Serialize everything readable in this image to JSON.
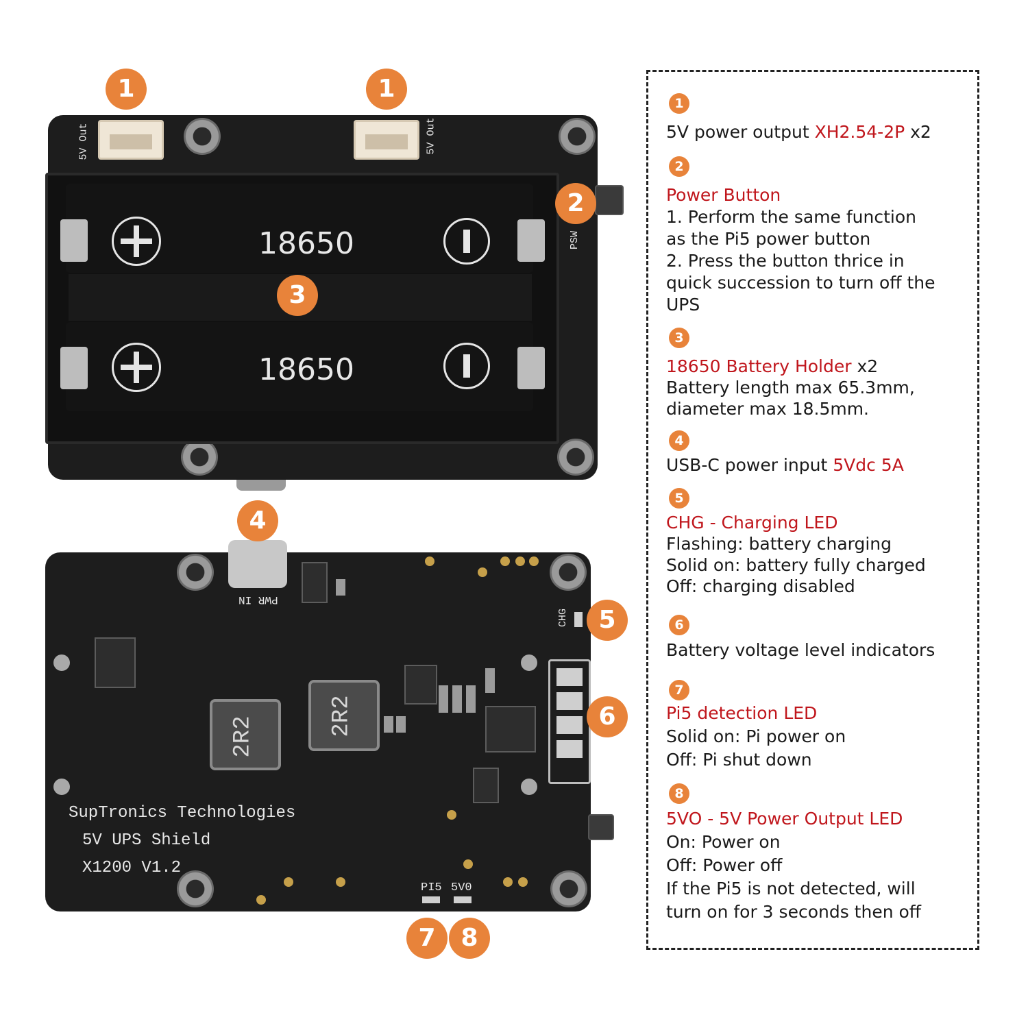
{
  "callouts": {
    "b1a": "1",
    "b1b": "1",
    "b2": "2",
    "b3": "3",
    "b4": "4",
    "b5": "5",
    "b6": "6",
    "b7": "7",
    "b8": "8"
  },
  "top_board": {
    "label_5v_out_left": "5V Out",
    "label_5v_out_right": "5V Out",
    "label_18650_a": "18650",
    "label_18650_b": "18650",
    "label_psw": "PSW"
  },
  "bottom_board": {
    "label_pwr_in": "PWR IN",
    "label_chg": "CHG",
    "inductor_a": "2R2",
    "inductor_b": "2R2",
    "brand_line1": "SupTronics Technologies",
    "brand_line2": "5V UPS Shield",
    "brand_line3": "X1200 V1.2",
    "label_pi5": "PI5",
    "label_5v0": "5V0"
  },
  "legend": {
    "items": [
      {
        "num": "1",
        "lines": [
          {
            "parts": [
              "5V power output ",
              "XH2.54-2P",
              " x2"
            ],
            "red": [
              false,
              true,
              false
            ]
          }
        ]
      },
      {
        "num": "2",
        "lines": [
          {
            "parts": [
              "Power Button"
            ],
            "red": [
              true
            ]
          },
          {
            "parts": [
              "1. Perform the same function"
            ],
            "red": [
              false
            ]
          },
          {
            "parts": [
              "as the Pi5 power button"
            ],
            "red": [
              false
            ]
          },
          {
            "parts": [
              "2. Press the button thrice in"
            ],
            "red": [
              false
            ]
          },
          {
            "parts": [
              "quick succession to turn off the"
            ],
            "red": [
              false
            ]
          },
          {
            "parts": [
              "UPS"
            ],
            "red": [
              false
            ]
          }
        ]
      },
      {
        "num": "3",
        "lines": [
          {
            "parts": [
              "18650 Battery Holder",
              " x2"
            ],
            "red": [
              true,
              false
            ]
          },
          {
            "parts": [
              "Battery length max 65.3mm,"
            ],
            "red": [
              false
            ]
          },
          {
            "parts": [
              "diameter max 18.5mm."
            ],
            "red": [
              false
            ]
          }
        ]
      },
      {
        "num": "4",
        "lines": [
          {
            "parts": [
              "USB-C power input ",
              "5Vdc 5A"
            ],
            "red": [
              false,
              true
            ]
          }
        ]
      },
      {
        "num": "5",
        "lines": [
          {
            "parts": [
              "CHG - Charging LED"
            ],
            "red": [
              true
            ]
          },
          {
            "parts": [
              "Flashing: battery charging"
            ],
            "red": [
              false
            ]
          },
          {
            "parts": [
              "Solid on: battery fully charged"
            ],
            "red": [
              false
            ]
          },
          {
            "parts": [
              "Off: charging disabled"
            ],
            "red": [
              false
            ]
          }
        ]
      },
      {
        "num": "6",
        "lines": [
          {
            "parts": [
              "Battery voltage level indicators"
            ],
            "red": [
              false
            ]
          }
        ]
      },
      {
        "num": "7",
        "lines": [
          {
            "parts": [
              "Pi5 detection LED"
            ],
            "red": [
              true
            ]
          },
          {
            "parts": [
              "Solid on: Pi power on"
            ],
            "red": [
              false
            ]
          },
          {
            "parts": [
              "Off: Pi shut down"
            ],
            "red": [
              false
            ]
          }
        ]
      },
      {
        "num": "8",
        "lines": [
          {
            "parts": [
              "5VO - 5V Power Output LED"
            ],
            "red": [
              true
            ]
          },
          {
            "parts": [
              "On: Power on"
            ],
            "red": [
              false
            ]
          },
          {
            "parts": [
              "Off: Power off"
            ],
            "red": [
              false
            ]
          },
          {
            "parts": [
              "If the Pi5 is not detected, will"
            ],
            "red": [
              false
            ]
          },
          {
            "parts": [
              "turn on for 3 seconds then off"
            ],
            "red": [
              false
            ]
          }
        ]
      }
    ]
  },
  "colors": {
    "accent": "#e8833a",
    "highlight": "#c0161c",
    "board": "#1d1d1d"
  }
}
